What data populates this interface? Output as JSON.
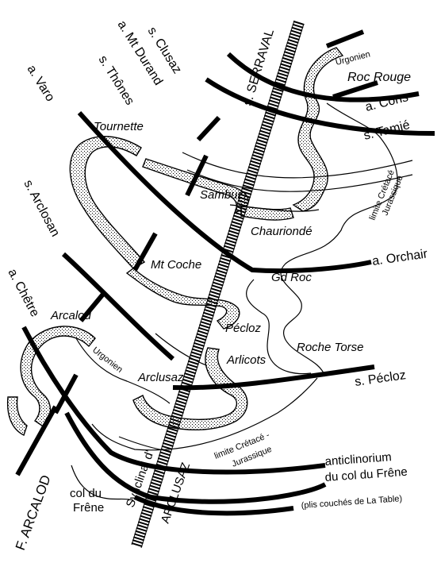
{
  "labels": {
    "s_clusaz": "s. Clusaz",
    "a_mt_durand": "a. Mt Durand",
    "s_serraval": "s. SERRAVAL",
    "s_thones": "s. Thônes",
    "a_varo": "a. Varo",
    "urgonien_top": "Urgonien",
    "roc_rouge": "Roc Rouge",
    "a_cons": "a. Cons",
    "s_tamie": "s. Tamié",
    "tournette": "Tournette",
    "limite_cretace_top": "limite Crétacé",
    "jurassique_top": "Jurassique",
    "sambuis": "Sambuis",
    "chauriondé": "Chauriondé",
    "s_arclosan": "s. Arclosan",
    "a_orchair": "a. Orchair",
    "mt_coche": "Mt Coche",
    "gd_roc": "Gd Roc",
    "a_chetre": "a. Chêtre",
    "arcalod": "Arcalod",
    "pecloz": "Pécloz",
    "roche_torse": "Roche Torse",
    "arlicots": "Arlicots",
    "urgonien_mid": "Urgonien",
    "arclusaz": "Arclusaz",
    "s_pecloz": "s. Pécloz",
    "limite_cretace_bot": "limite Crétacé -",
    "jurassique_bot": "Jurassique",
    "synclinal_d": "Synclinal d'",
    "arclusaz_axis": "ARCLUSAZ",
    "anticlinorium_1": "anticlinorium",
    "anticlinorium_2": "du col du Frêne",
    "anticlinorium_3": "(plis couchés de La Table)",
    "col_du": "col du",
    "frene": "Frêne",
    "f_arcalod": "F. ARCALOD"
  },
  "colors": {
    "ink": "#000000",
    "background": "#ffffff"
  },
  "fill_pattern": "stipple"
}
